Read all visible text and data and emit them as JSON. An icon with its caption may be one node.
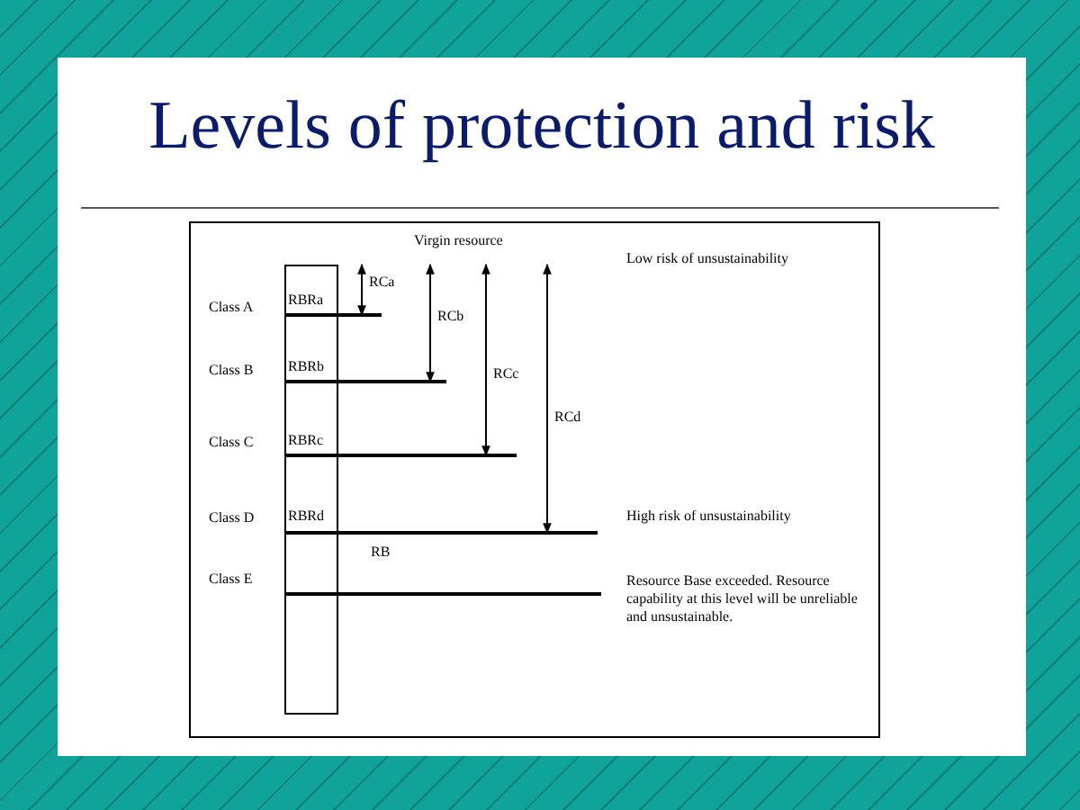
{
  "diagram": {
    "title": "Levels of protection and risk",
    "labels": [
      "Virgin resource",
      "RCa",
      "Low risk of unsustainability",
      "Class A",
      "RBRa",
      "RCb",
      "Class B",
      "RBRb",
      "RCc",
      "RCd",
      "Class C",
      "RBRc",
      "Class D",
      "RBRd",
      "High risk of unsustainability",
      "RB",
      "Class E",
      "Resource Base exceeded. Resource capability at this level will be unreliable and unsustainable."
    ]
  }
}
